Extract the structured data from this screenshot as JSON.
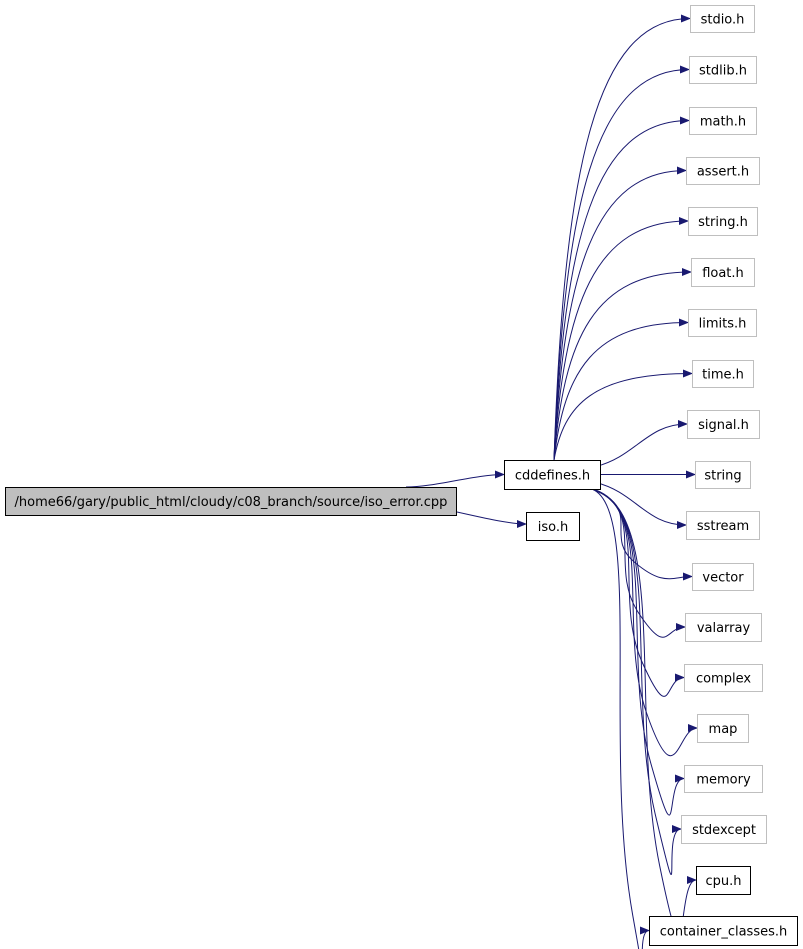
{
  "colors": {
    "edge": "#191970",
    "root_fill": "#bfbfbf",
    "root_stroke": "#000000",
    "local_stroke": "#000000",
    "system_stroke": "#bfbfbf",
    "node_fill": "#ffffff"
  },
  "graph": {
    "root": {
      "id": "root",
      "label": "/home66/gary/public_html/cloudy/c08_branch/source/iso_error.cpp",
      "kind": "root"
    },
    "nodes": [
      {
        "id": "cddefines",
        "label": "cddefines.h",
        "kind": "local"
      },
      {
        "id": "iso",
        "label": "iso.h",
        "kind": "local"
      },
      {
        "id": "stdio",
        "label": "stdio.h",
        "kind": "system"
      },
      {
        "id": "stdlib",
        "label": "stdlib.h",
        "kind": "system"
      },
      {
        "id": "math",
        "label": "math.h",
        "kind": "system"
      },
      {
        "id": "assert",
        "label": "assert.h",
        "kind": "system"
      },
      {
        "id": "string_h",
        "label": "string.h",
        "kind": "system"
      },
      {
        "id": "float",
        "label": "float.h",
        "kind": "system"
      },
      {
        "id": "limits",
        "label": "limits.h",
        "kind": "system"
      },
      {
        "id": "time",
        "label": "time.h",
        "kind": "system"
      },
      {
        "id": "signal",
        "label": "signal.h",
        "kind": "system"
      },
      {
        "id": "string",
        "label": "string",
        "kind": "system"
      },
      {
        "id": "sstream",
        "label": "sstream",
        "kind": "system"
      },
      {
        "id": "vector",
        "label": "vector",
        "kind": "system"
      },
      {
        "id": "valarray",
        "label": "valarray",
        "kind": "system"
      },
      {
        "id": "complex",
        "label": "complex",
        "kind": "system"
      },
      {
        "id": "map",
        "label": "map",
        "kind": "system"
      },
      {
        "id": "memory",
        "label": "memory",
        "kind": "system"
      },
      {
        "id": "stdexcept",
        "label": "stdexcept",
        "kind": "system"
      },
      {
        "id": "cpu",
        "label": "cpu.h",
        "kind": "local"
      },
      {
        "id": "container_classes",
        "label": "container_classes.h",
        "kind": "local"
      }
    ],
    "edges": [
      [
        "root",
        "cddefines"
      ],
      [
        "root",
        "iso"
      ],
      [
        "cddefines",
        "stdio"
      ],
      [
        "cddefines",
        "stdlib"
      ],
      [
        "cddefines",
        "math"
      ],
      [
        "cddefines",
        "assert"
      ],
      [
        "cddefines",
        "string_h"
      ],
      [
        "cddefines",
        "float"
      ],
      [
        "cddefines",
        "limits"
      ],
      [
        "cddefines",
        "time"
      ],
      [
        "cddefines",
        "signal"
      ],
      [
        "cddefines",
        "string"
      ],
      [
        "cddefines",
        "sstream"
      ],
      [
        "cddefines",
        "vector"
      ],
      [
        "cddefines",
        "valarray"
      ],
      [
        "cddefines",
        "complex"
      ],
      [
        "cddefines",
        "map"
      ],
      [
        "cddefines",
        "memory"
      ],
      [
        "cddefines",
        "stdexcept"
      ],
      [
        "cddefines",
        "cpu"
      ],
      [
        "cddefines",
        "container_classes"
      ]
    ]
  }
}
